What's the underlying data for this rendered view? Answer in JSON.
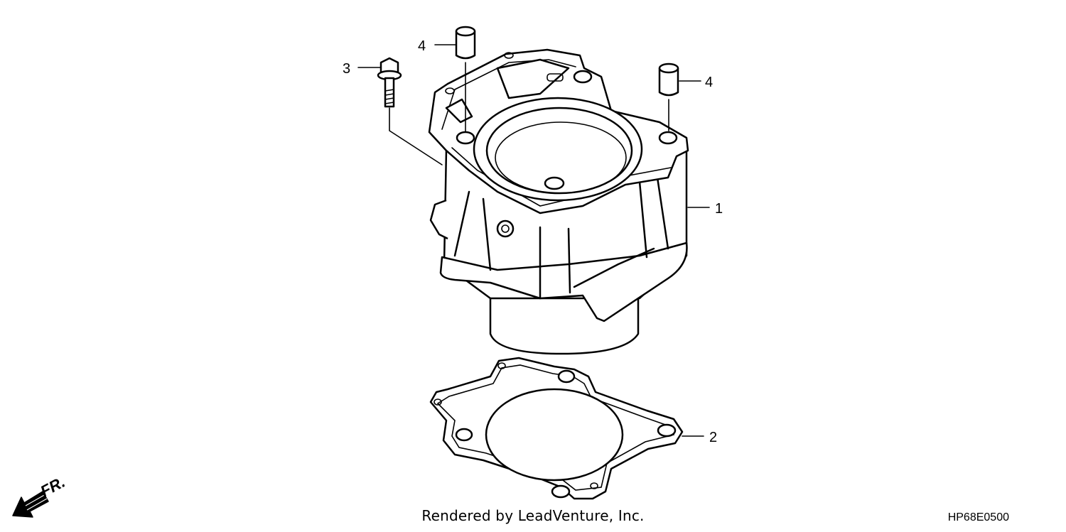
{
  "callouts": [
    {
      "number": "1",
      "part": "cylinder"
    },
    {
      "number": "2",
      "part": "cylinder-base-gasket"
    },
    {
      "number": "3",
      "part": "flange-bolt"
    },
    {
      "number": "4",
      "part": "dowel-pin-left"
    },
    {
      "number": "4",
      "part": "dowel-pin-right"
    }
  ],
  "direction_indicator": {
    "label": "FR.",
    "icon": "front-direction-arrow-icon"
  },
  "footer": {
    "credit": "Rendered by LeadVenture, Inc.",
    "diagram_code": "HP68E0500"
  },
  "colors": {
    "line": "#000000",
    "background": "#ffffff"
  }
}
